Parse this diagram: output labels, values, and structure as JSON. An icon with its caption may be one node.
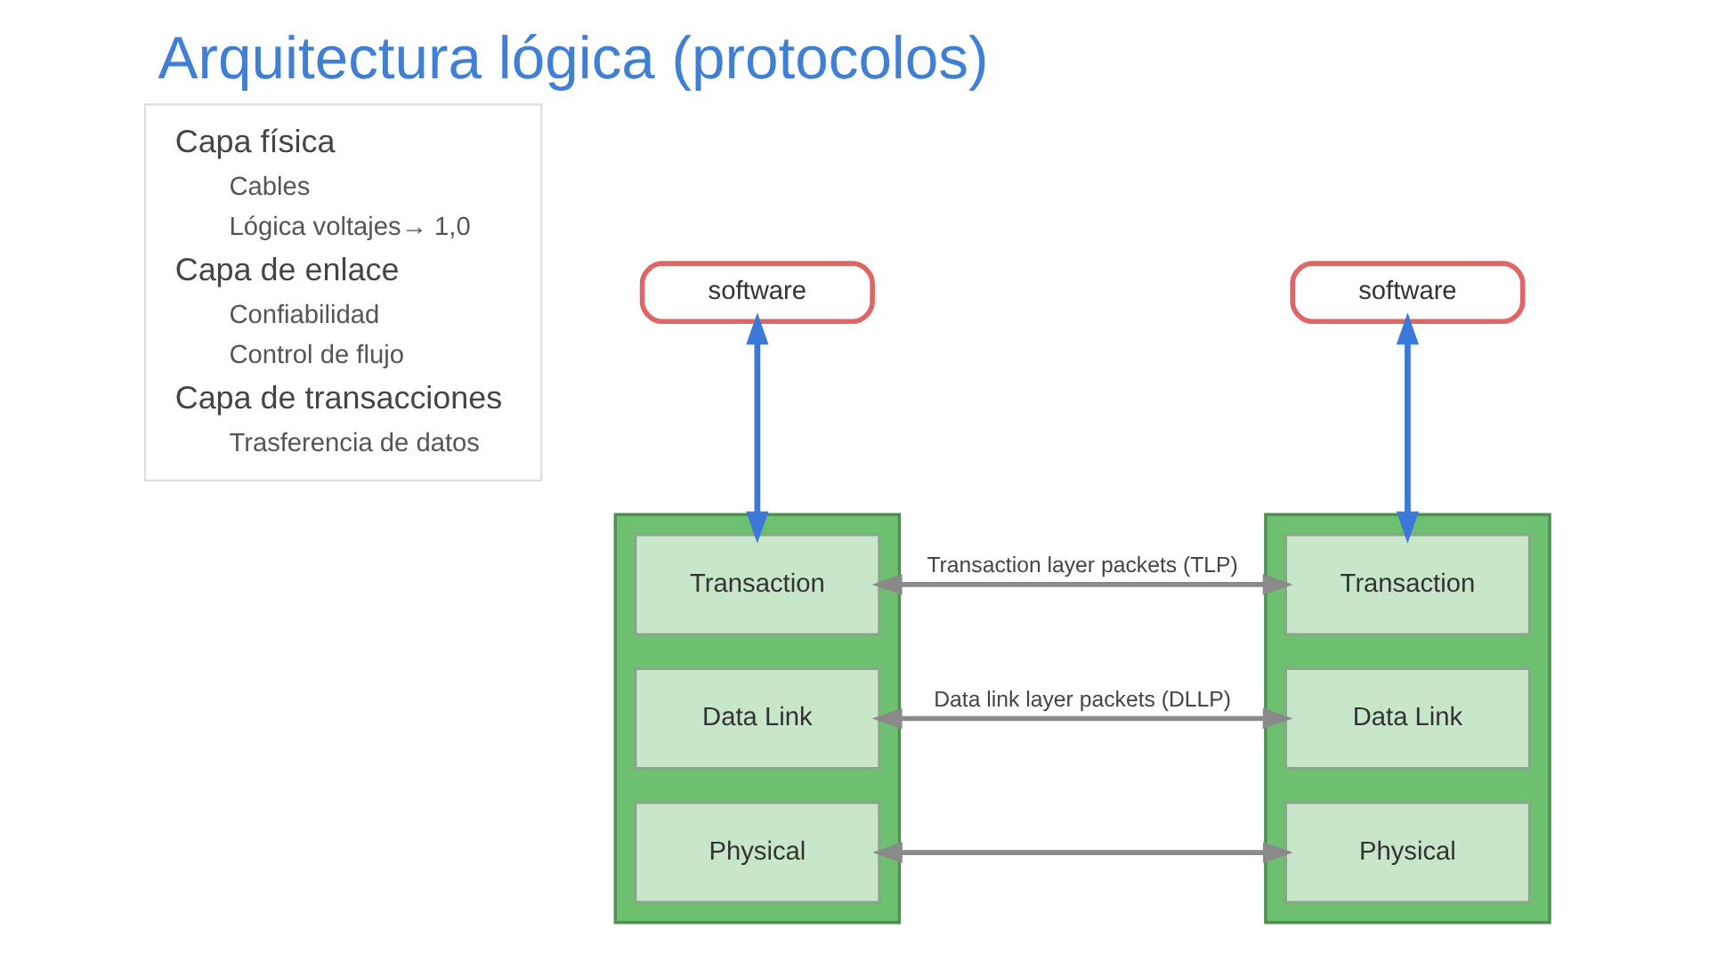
{
  "diagram": {
    "title": "Arquitectura lógica (protocolos)",
    "nodes": [
      {
        "text": [
          "Capa física",
          "Cables",
          "Lógica voltajes→ 1,0",
          "Capa de enlace",
          "Confiabilidad",
          "Control de flujo",
          "Capa de transacciones",
          "Trasferencia de datos"
        ]
      },
      {
        "text": [
          "software"
        ]
      },
      {
        "text": [
          "software"
        ]
      },
      {
        "text": [],
        "shape": "box"
      },
      {
        "text": [
          "Transaction"
        ],
        "in": 3
      },
      {
        "text": [
          "Data Link"
        ],
        "in": 3
      },
      {
        "text": [
          "Physical"
        ],
        "in": 3
      },
      {
        "text": [],
        "shape": "box"
      },
      {
        "text": [
          "Transaction"
        ],
        "in": 7
      },
      {
        "text": [
          "Data Link"
        ],
        "in": 7
      },
      {
        "text": [
          "Physical"
        ],
        "in": 7
      }
    ],
    "edges": [
      {
        "from": 1,
        "to": 4,
        "arrow": "both",
        "color": "#3c78d8"
      },
      {
        "from": 2,
        "to": 8,
        "arrow": "both",
        "color": "#3c78d8"
      },
      {
        "from": 4,
        "to": 8,
        "arrow": "both",
        "label": "Transaction layer packets (TLP)"
      },
      {
        "from": 5,
        "to": 9,
        "arrow": "both",
        "label": "Data link layer packets (DLLP)"
      },
      {
        "from": 6,
        "to": 10,
        "arrow": "both"
      }
    ]
  }
}
